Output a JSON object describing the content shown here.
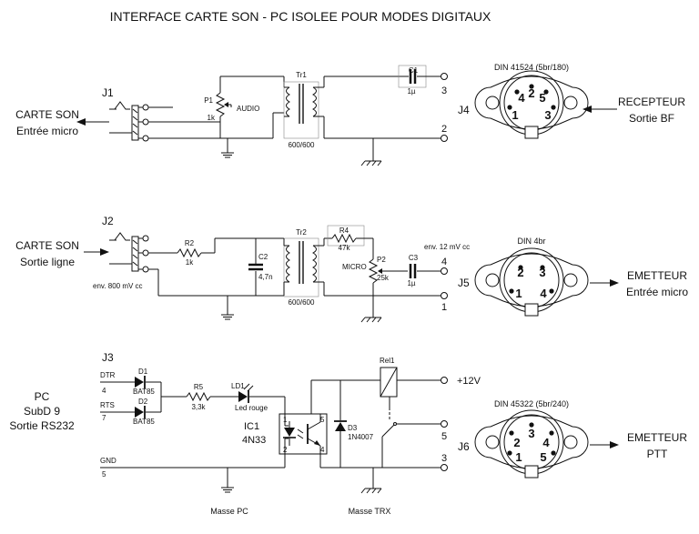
{
  "title": "INTERFACE CARTE SON - PC ISOLEE POUR MODES DIGITAUX",
  "section1": {
    "jack": "J1",
    "left_label": [
      "CARTE SON",
      "Entrée micro"
    ],
    "p1": "P1",
    "p1_val": "1k",
    "audio": "AUDIO",
    "tr": "Tr1",
    "tr_spec": "600/600",
    "c1": "C1",
    "c1_val": "1µ",
    "t_top": "3",
    "t_bot": "2",
    "conn": "J4",
    "din": "DIN 41524  (5br/180)",
    "din_pins": [
      "1",
      "2",
      "3",
      "4",
      "5"
    ],
    "right_label": [
      "RECEPTEUR",
      "Sortie BF"
    ]
  },
  "section2": {
    "jack": "J2",
    "left_label": [
      "CARTE SON",
      "Sortie ligne"
    ],
    "r2": "R2",
    "r2_val": "1k",
    "c2": "C2",
    "c2_val": "4,7n",
    "tr": "Tr2",
    "tr_spec": "600/600",
    "r4": "R4",
    "r4_val": "47k",
    "micro": "MICRO",
    "p2": "P2",
    "p2_val": "25k",
    "c3": "C3",
    "c3_val": "1µ",
    "env_out": "env. 12 mV cc",
    "env_in": "env. 800 mV cc",
    "t_top": "4",
    "t_bot": "1",
    "conn": "J5",
    "din": "DIN 4br",
    "din_pins": [
      "1",
      "2",
      "3",
      "4"
    ],
    "right_label": [
      "EMETTEUR",
      "Entrée micro"
    ]
  },
  "section3": {
    "jack": "J3",
    "left_label": [
      "PC",
      "SubD 9",
      "Sortie RS232"
    ],
    "dtr": "DTR",
    "dtr_pin": "4",
    "rts": "RTS",
    "rts_pin": "7",
    "gnd": "GND",
    "gnd_pin": "5",
    "d1": "D1",
    "d1_val": "BAT85",
    "d2": "D2",
    "d2_val": "BAT85",
    "r5": "R5",
    "r5_val": "3,3k",
    "ld1": "LD1",
    "ld1_val": "Led rouge",
    "ic1": "IC1",
    "ic1_val": "4N33",
    "ic_pins": [
      "1",
      "2",
      "5",
      "4"
    ],
    "d3": "D3",
    "d3_val": "1N4007",
    "rel": "Rel1",
    "v12": "+12V",
    "t_mid": "5",
    "t_bot": "3",
    "conn": "J6",
    "din": "DIN 45322  (5br/240)",
    "din_pins": [
      "1",
      "2",
      "3",
      "4",
      "5"
    ],
    "right_label": [
      "EMETTEUR",
      "PTT"
    ],
    "masse_pc": "Masse PC",
    "masse_trx": "Masse TRX"
  }
}
